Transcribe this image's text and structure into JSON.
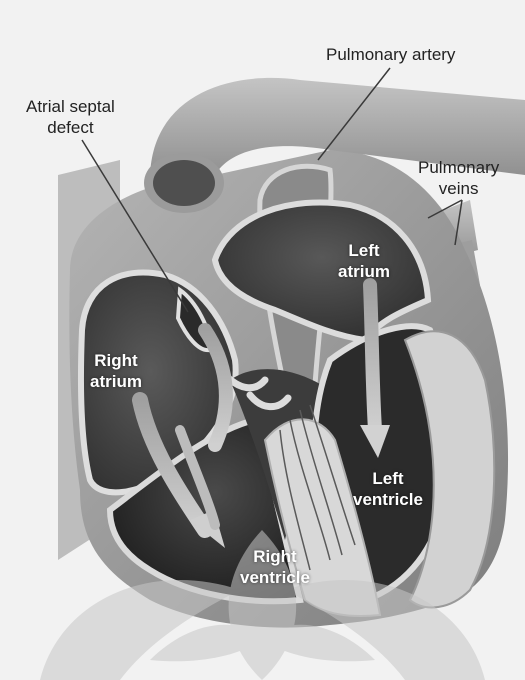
{
  "diagram": {
    "labels": {
      "pulmonary_artery": "Pulmonary artery",
      "atrial_septal_defect_line1": "Atrial septal",
      "atrial_septal_defect_line2": "defect",
      "pulmonary_veins_line1": "Pulmonary",
      "pulmonary_veins_line2": "veins",
      "left_atrium_line1": "Left",
      "left_atrium_line2": "atrium",
      "right_atrium_line1": "Right",
      "right_atrium_line2": "atrium",
      "left_ventricle_line1": "Left",
      "left_ventricle_line2": "ventricle",
      "right_ventricle_line1": "Right",
      "right_ventricle_line2": "ventricle"
    },
    "colors": {
      "background": "#f2f2f2",
      "heart_wall": "#9a9a9a",
      "wall_highlight": "#d4d4d4",
      "chamber_dark": "#4a4a4a",
      "chamber_deep": "#1e1e1e",
      "flow_arrow": "#b8b8b8",
      "vessel": "#a6a6a6",
      "watermark": "#c9c9c9"
    },
    "watermark": "logo-watermark"
  }
}
